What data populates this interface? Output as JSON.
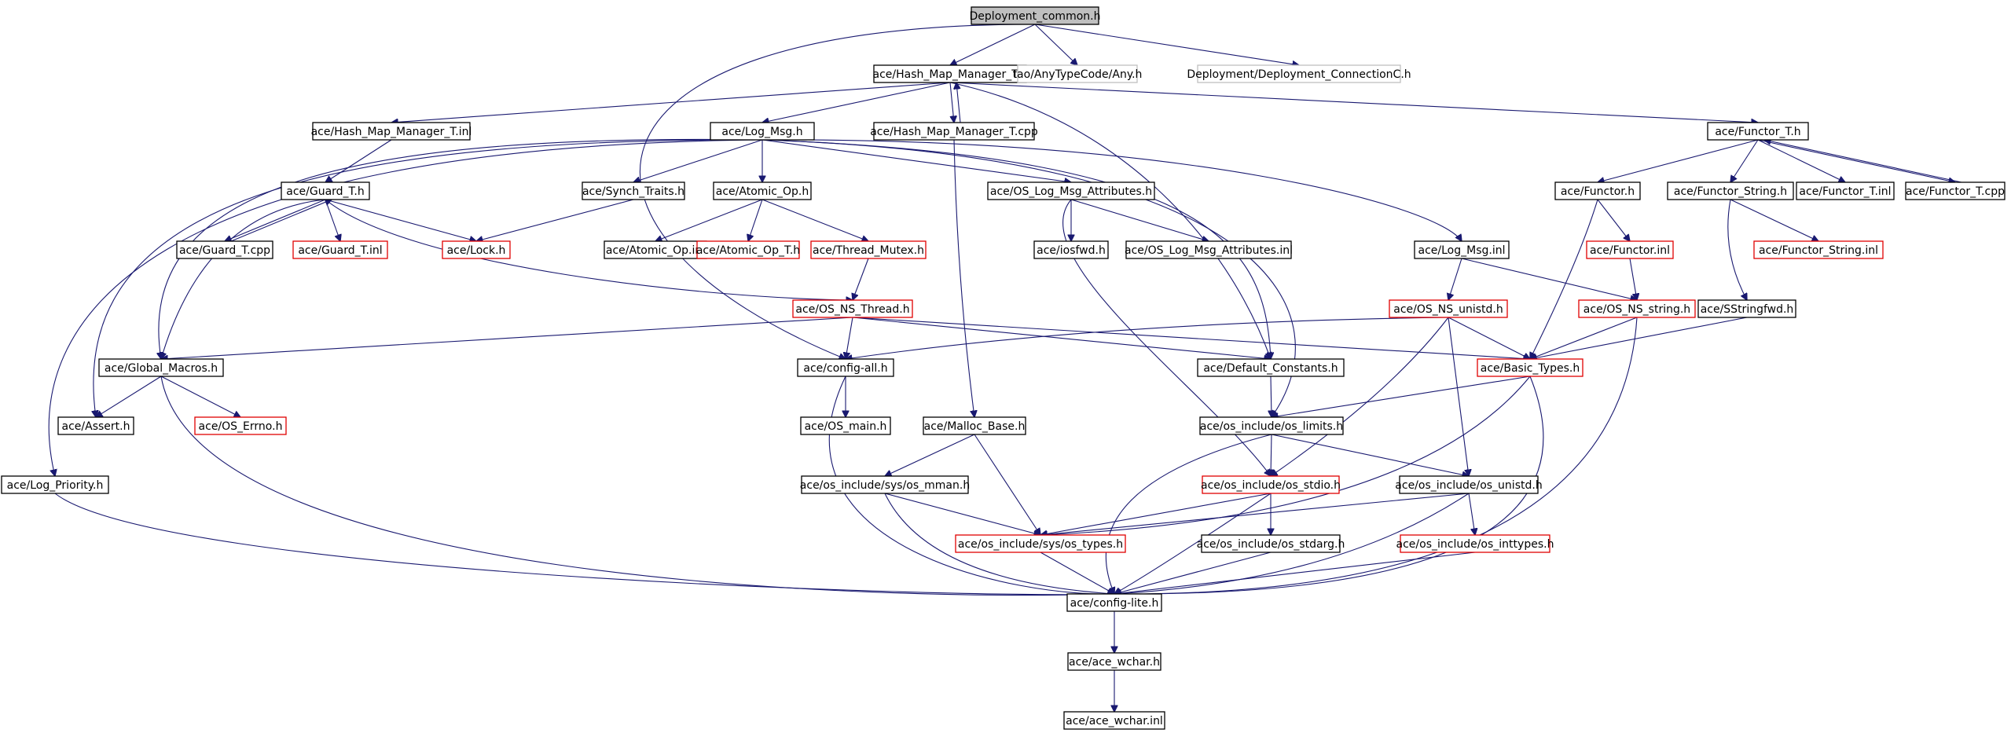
{
  "diagram": {
    "type": "include-dependency-graph",
    "colors": {
      "edge": "#191970",
      "node_border": "#000000",
      "node_border_incomplete": "#e00000",
      "node_border_external": "#bfbfbf",
      "root_fill": "#bfbfbf"
    },
    "nodes": [
      {
        "id": "dc",
        "label": "Deployment_common.h",
        "style": "root"
      },
      {
        "id": "hmm",
        "label": "ace/Hash_Map_Manager_T.h",
        "style": "normal"
      },
      {
        "id": "tao",
        "label": "tao/AnyTypeCode/Any.h",
        "style": "gray"
      },
      {
        "id": "dconn",
        "label": "Deployment/Deployment_ConnectionC.h",
        "style": "gray"
      },
      {
        "id": "hmminl",
        "label": "ace/Hash_Map_Manager_T.inl",
        "style": "normal"
      },
      {
        "id": "logmsg",
        "label": "ace/Log_Msg.h",
        "style": "normal"
      },
      {
        "id": "hmmcpp",
        "label": "ace/Hash_Map_Manager_T.cpp",
        "style": "normal"
      },
      {
        "id": "functorT",
        "label": "ace/Functor_T.h",
        "style": "normal"
      },
      {
        "id": "guardT",
        "label": "ace/Guard_T.h",
        "style": "normal"
      },
      {
        "id": "synch",
        "label": "ace/Synch_Traits.h",
        "style": "normal"
      },
      {
        "id": "atomic",
        "label": "ace/Atomic_Op.h",
        "style": "normal"
      },
      {
        "id": "oslma",
        "label": "ace/OS_Log_Msg_Attributes.h",
        "style": "normal"
      },
      {
        "id": "functor",
        "label": "ace/Functor.h",
        "style": "normal"
      },
      {
        "id": "fstring",
        "label": "ace/Functor_String.h",
        "style": "normal"
      },
      {
        "id": "functorTinl",
        "label": "ace/Functor_T.inl",
        "style": "normal"
      },
      {
        "id": "functorTcpp",
        "label": "ace/Functor_T.cpp",
        "style": "normal"
      },
      {
        "id": "guardTcpp",
        "label": "ace/Guard_T.cpp",
        "style": "normal"
      },
      {
        "id": "guardTinl",
        "label": "ace/Guard_T.inl",
        "style": "red"
      },
      {
        "id": "lock",
        "label": "ace/Lock.h",
        "style": "red"
      },
      {
        "id": "atomicinl",
        "label": "ace/Atomic_Op.inl",
        "style": "normal"
      },
      {
        "id": "atomicT",
        "label": "ace/Atomic_Op_T.h",
        "style": "red"
      },
      {
        "id": "tmutex",
        "label": "ace/Thread_Mutex.h",
        "style": "red"
      },
      {
        "id": "iosfwd",
        "label": "ace/iosfwd.h",
        "style": "normal"
      },
      {
        "id": "oslmainl",
        "label": "ace/OS_Log_Msg_Attributes.inl",
        "style": "normal"
      },
      {
        "id": "logmsginl",
        "label": "ace/Log_Msg.inl",
        "style": "normal"
      },
      {
        "id": "functorinl",
        "label": "ace/Functor.inl",
        "style": "red"
      },
      {
        "id": "fstringinl",
        "label": "ace/Functor_String.inl",
        "style": "red"
      },
      {
        "id": "osnsthread",
        "label": "ace/OS_NS_Thread.h",
        "style": "red"
      },
      {
        "id": "osnsunistd",
        "label": "ace/OS_NS_unistd.h",
        "style": "red"
      },
      {
        "id": "osnsstring",
        "label": "ace/OS_NS_string.h",
        "style": "red"
      },
      {
        "id": "sstringfwd",
        "label": "ace/SStringfwd.h",
        "style": "normal"
      },
      {
        "id": "globalm",
        "label": "ace/Global_Macros.h",
        "style": "normal"
      },
      {
        "id": "configall",
        "label": "ace/config-all.h",
        "style": "normal"
      },
      {
        "id": "defconst",
        "label": "ace/Default_Constants.h",
        "style": "normal"
      },
      {
        "id": "basictypes",
        "label": "ace/Basic_Types.h",
        "style": "red"
      },
      {
        "id": "assert",
        "label": "ace/Assert.h",
        "style": "normal"
      },
      {
        "id": "oserrno",
        "label": "ace/OS_Errno.h",
        "style": "red"
      },
      {
        "id": "osmain",
        "label": "ace/OS_main.h",
        "style": "normal"
      },
      {
        "id": "mallocbase",
        "label": "ace/Malloc_Base.h",
        "style": "normal"
      },
      {
        "id": "oslimits",
        "label": "ace/os_include/os_limits.h",
        "style": "normal"
      },
      {
        "id": "logprio",
        "label": "ace/Log_Priority.h",
        "style": "normal"
      },
      {
        "id": "osmman",
        "label": "ace/os_include/sys/os_mman.h",
        "style": "normal"
      },
      {
        "id": "osstdio",
        "label": "ace/os_include/os_stdio.h",
        "style": "red"
      },
      {
        "id": "osunistd",
        "label": "ace/os_include/os_unistd.h",
        "style": "normal"
      },
      {
        "id": "ostypes",
        "label": "ace/os_include/sys/os_types.h",
        "style": "red"
      },
      {
        "id": "osstdarg",
        "label": "ace/os_include/os_stdarg.h",
        "style": "normal"
      },
      {
        "id": "osinttypes",
        "label": "ace/os_include/os_inttypes.h",
        "style": "red"
      },
      {
        "id": "configlite",
        "label": "ace/config-lite.h",
        "style": "normal"
      },
      {
        "id": "wchar",
        "label": "ace/ace_wchar.h",
        "style": "normal"
      },
      {
        "id": "wcharinl",
        "label": "ace/ace_wchar.inl",
        "style": "normal"
      }
    ]
  }
}
